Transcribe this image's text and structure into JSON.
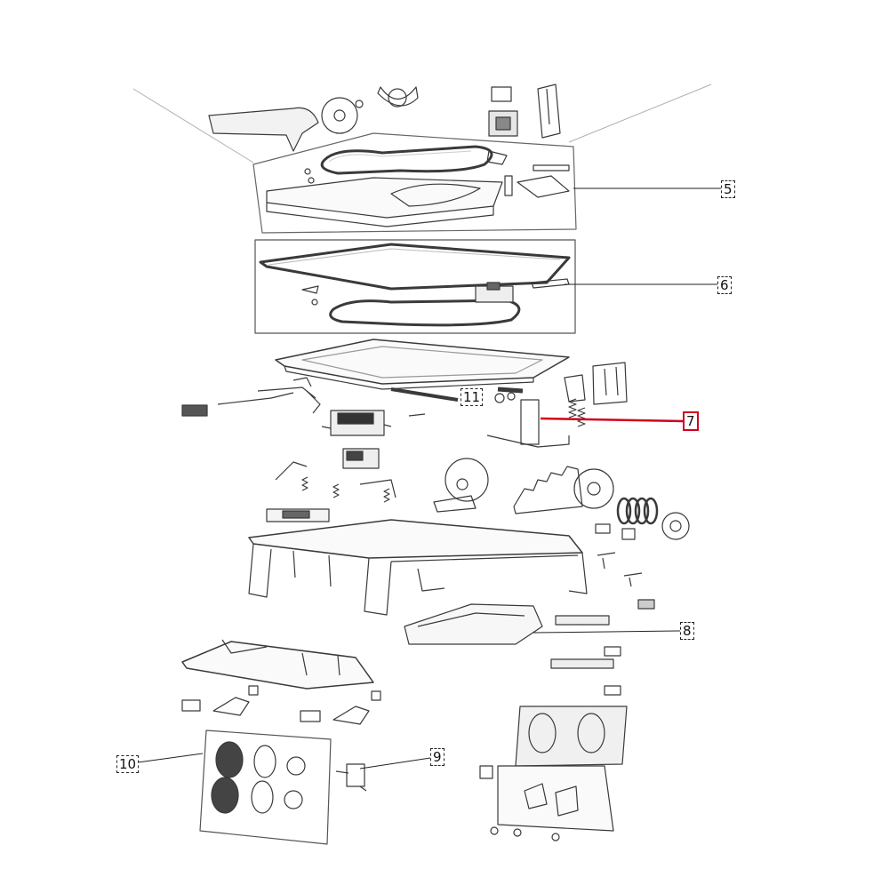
{
  "callouts": [
    {
      "id": "5",
      "label": "5"
    },
    {
      "id": "6",
      "label": "6"
    },
    {
      "id": "7",
      "label": "7",
      "highlighted": true
    },
    {
      "id": "8",
      "label": "8"
    },
    {
      "id": "9",
      "label": "9"
    },
    {
      "id": "10",
      "label": "10"
    },
    {
      "id": "11",
      "label": "11"
    }
  ],
  "colors": {
    "line": "#3a3a3a",
    "fill": "#ffffff",
    "highlight": "#d0021b",
    "dark": "#555555"
  }
}
